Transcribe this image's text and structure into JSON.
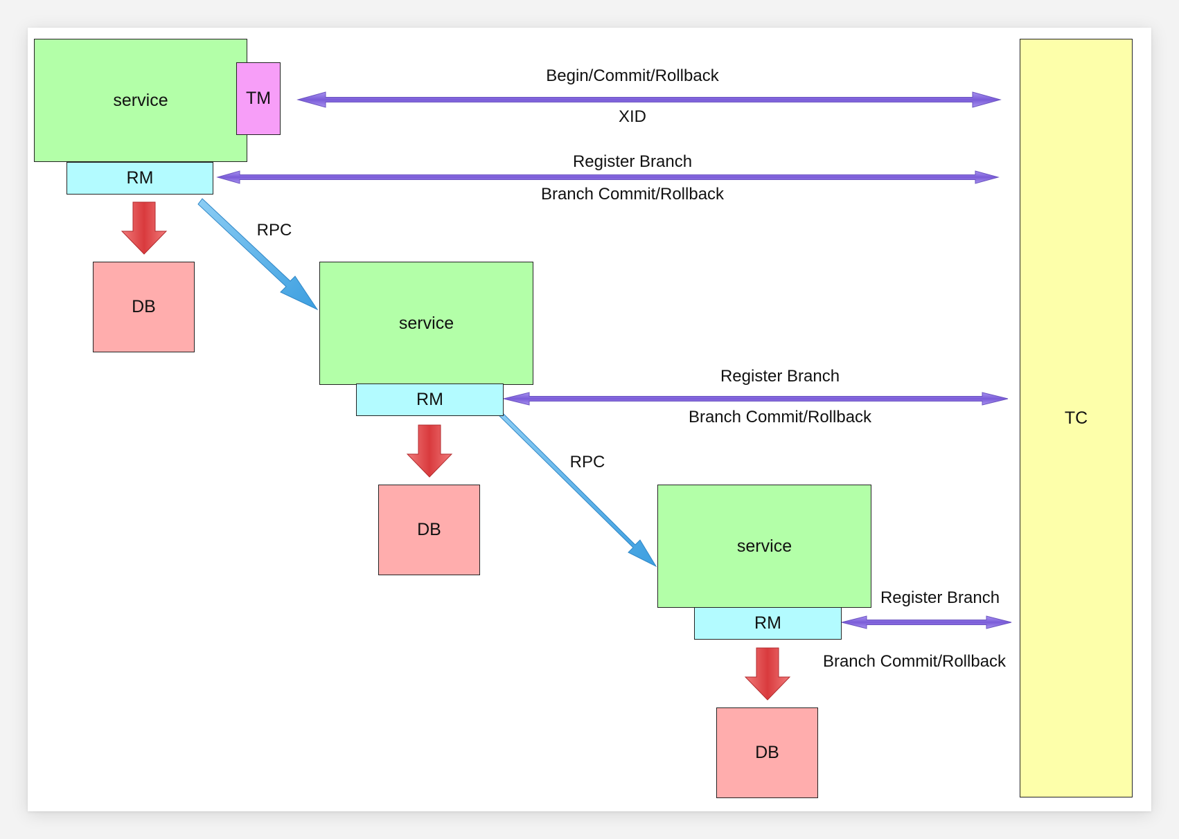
{
  "colors": {
    "service": "#b3ffa8",
    "rm": "#b3fbff",
    "tm": "#f79ef8",
    "db": "#ffadad",
    "tc": "#fdffaa",
    "purple_arrow": "#8b6fe0",
    "blue_arrow": "#5cb3ec",
    "red_arrow": "#e2474a"
  },
  "nodes": {
    "tc": "TC",
    "tm": "TM",
    "service_1": "service",
    "service_2": "service",
    "service_3": "service",
    "rm_1": "RM",
    "rm_2": "RM",
    "rm_3": "RM",
    "db_1": "DB",
    "db_2": "DB",
    "db_3": "DB"
  },
  "edges": {
    "tm_tc_top": "Begin/Commit/Rollback",
    "tm_tc_bottom": "XID",
    "rm1_tc_top": "Register Branch",
    "rm1_tc_bottom": "Branch Commit/Rollback",
    "rm2_tc_top": "Register Branch",
    "rm2_tc_bottom": "Branch Commit/Rollback",
    "rm3_tc_top": "Register Branch",
    "rm3_tc_bottom": "Branch Commit/Rollback",
    "rpc_1": "RPC",
    "rpc_2": "RPC"
  }
}
